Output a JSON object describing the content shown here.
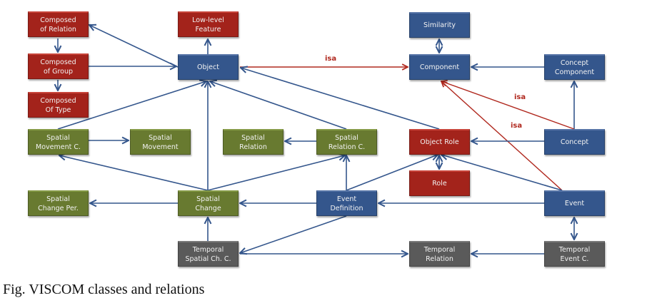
{
  "colors": {
    "class_red": "#a3231b",
    "class_blue": "#34568c",
    "class_green": "#687a30",
    "class_gray": "#5a5a5a",
    "edge_blue": "#34568c",
    "edge_isa": "#b0281e"
  },
  "nodes": {
    "composed_of_relation": {
      "label": "Composed\nof Relation",
      "color": "red"
    },
    "composed_of_group": {
      "label": "Composed\nof Group",
      "color": "red"
    },
    "composed_of_type": {
      "label": "Composed\nOf Type",
      "color": "red"
    },
    "low_level_feature": {
      "label": "Low-level\nFeature",
      "color": "red"
    },
    "object": {
      "label": "Object",
      "color": "blue"
    },
    "similarity": {
      "label": "Similarity",
      "color": "blue"
    },
    "component": {
      "label": "Component",
      "color": "blue"
    },
    "concept_component": {
      "label": "Concept\nComponent",
      "color": "blue"
    },
    "spatial_movement_c": {
      "label": "Spatial\nMovement C.",
      "color": "green"
    },
    "spatial_movement": {
      "label": "Spatial\nMovement",
      "color": "green"
    },
    "spatial_relation": {
      "label": "Spatial\nRelation",
      "color": "green"
    },
    "spatial_relation_c": {
      "label": "Spatial\nRelation C.",
      "color": "green"
    },
    "object_role": {
      "label": "Object Role",
      "color": "red"
    },
    "concept": {
      "label": "Concept",
      "color": "blue"
    },
    "role": {
      "label": "Role",
      "color": "red"
    },
    "spatial_change_per": {
      "label": "Spatial\nChange Per.",
      "color": "green"
    },
    "spatial_change": {
      "label": "Spatial\nChange",
      "color": "green"
    },
    "event_definition": {
      "label": "Event\nDefinition",
      "color": "blue"
    },
    "event": {
      "label": "Event",
      "color": "blue"
    },
    "temporal_spatial_ch_c": {
      "label": "Temporal\nSpatial Ch. C.",
      "color": "gray"
    },
    "temporal_relation": {
      "label": "Temporal\nRelation",
      "color": "gray"
    },
    "temporal_event_c": {
      "label": "Temporal\nEvent C.",
      "color": "gray"
    }
  },
  "edges": [
    {
      "from": "object",
      "to": "composed_of_relation",
      "type": "assoc"
    },
    {
      "from": "composed_of_relation",
      "to": "composed_of_group",
      "type": "assoc"
    },
    {
      "from": "composed_of_group",
      "to": "composed_of_type",
      "type": "assoc"
    },
    {
      "from": "composed_of_group",
      "to": "object",
      "type": "assoc"
    },
    {
      "from": "object",
      "to": "low_level_feature",
      "type": "assoc"
    },
    {
      "from": "object",
      "to": "component",
      "type": "isa",
      "label": "isa"
    },
    {
      "from": "similarity",
      "to": "component",
      "type": "bidirectional"
    },
    {
      "from": "concept_component",
      "to": "component",
      "type": "assoc"
    },
    {
      "from": "concept",
      "to": "concept_component",
      "type": "assoc"
    },
    {
      "from": "concept",
      "to": "component",
      "type": "isa",
      "label": "isa"
    },
    {
      "from": "event",
      "to": "component",
      "type": "isa",
      "label": "isa"
    },
    {
      "from": "concept",
      "to": "object_role",
      "type": "assoc"
    },
    {
      "from": "object_role",
      "to": "role",
      "type": "bidirectional"
    },
    {
      "from": "object_role",
      "to": "object",
      "type": "assoc"
    },
    {
      "from": "event",
      "to": "object_role",
      "type": "assoc"
    },
    {
      "from": "event_definition",
      "to": "object_role",
      "type": "assoc"
    },
    {
      "from": "spatial_movement_c",
      "to": "object",
      "type": "assoc"
    },
    {
      "from": "spatial_movement_c",
      "to": "spatial_movement",
      "type": "assoc"
    },
    {
      "from": "spatial_relation_c",
      "to": "spatial_relation",
      "type": "assoc"
    },
    {
      "from": "spatial_relation_c",
      "to": "object",
      "type": "assoc"
    },
    {
      "from": "spatial_change",
      "to": "object",
      "type": "assoc"
    },
    {
      "from": "spatial_change",
      "to": "spatial_movement_c",
      "type": "assoc"
    },
    {
      "from": "spatial_change",
      "to": "spatial_relation_c",
      "type": "assoc"
    },
    {
      "from": "spatial_change",
      "to": "spatial_change_per",
      "type": "assoc"
    },
    {
      "from": "event_definition",
      "to": "spatial_change",
      "type": "assoc"
    },
    {
      "from": "event_definition",
      "to": "spatial_relation_c",
      "type": "assoc"
    },
    {
      "from": "event",
      "to": "event_definition",
      "type": "assoc"
    },
    {
      "from": "event",
      "to": "temporal_event_c",
      "type": "bidirectional"
    },
    {
      "from": "temporal_event_c",
      "to": "temporal_relation",
      "type": "assoc"
    },
    {
      "from": "temporal_spatial_ch_c",
      "to": "spatial_change",
      "type": "assoc"
    },
    {
      "from": "event_definition",
      "to": "temporal_spatial_ch_c",
      "type": "assoc"
    },
    {
      "from": "temporal_spatial_ch_c",
      "to": "temporal_relation",
      "type": "assoc"
    }
  ],
  "caption": "Fig. VISCOM classes and relations"
}
